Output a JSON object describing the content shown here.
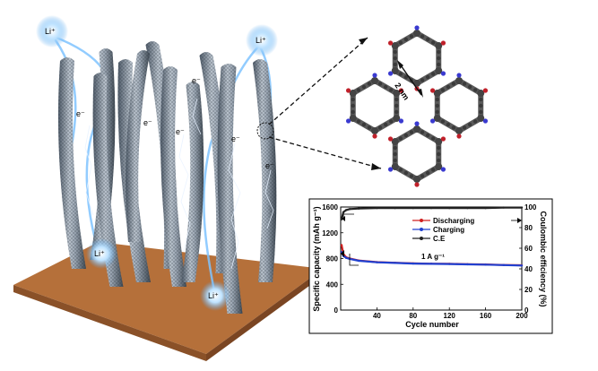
{
  "scene": {
    "li_labels": [
      "Li⁺",
      "Li⁺",
      "Li⁺",
      "Li⁺"
    ],
    "e_labels": [
      "e⁻",
      "e⁻",
      "e⁻",
      "e⁻",
      "e⁻",
      "e⁻"
    ],
    "pore_label": "2 nm",
    "colors": {
      "substrate": "#b5703a",
      "tube": "#8a96a6",
      "glow": "#7fc4ff",
      "framework": "#5a5a5a",
      "oxygen": "#c0202a",
      "nitrogen": "#3a3ad0"
    }
  },
  "chart_data": {
    "type": "line",
    "xlabel": "Cycle number",
    "ylabel": "Specific capacity (mAh g⁻¹)",
    "y2label": "Coulombic efficiency (%)",
    "xlim": [
      0,
      200
    ],
    "ylim": [
      0,
      1600
    ],
    "y2lim": [
      0,
      100
    ],
    "xticks": [
      "40",
      "80",
      "120",
      "160",
      "200"
    ],
    "yticks": [
      "0",
      "400",
      "800",
      "1200",
      "1600"
    ],
    "y2ticks": [
      "0",
      "20",
      "40",
      "60",
      "80",
      "100"
    ],
    "annotation": "1 A g⁻¹",
    "series": [
      {
        "name": "Discharging",
        "color": "#d02020",
        "axis": "left",
        "x": [
          1,
          3,
          6,
          10,
          20,
          40,
          60,
          80,
          100,
          120,
          140,
          160,
          180,
          200
        ],
        "y": [
          1010,
          870,
          820,
          800,
          770,
          745,
          735,
          725,
          720,
          718,
          712,
          708,
          700,
          695
        ]
      },
      {
        "name": "Charging",
        "color": "#2040d0",
        "axis": "left",
        "x": [
          1,
          3,
          6,
          10,
          20,
          40,
          60,
          80,
          100,
          120,
          140,
          160,
          180,
          200
        ],
        "y": [
          900,
          840,
          810,
          795,
          765,
          742,
          732,
          722,
          718,
          715,
          710,
          705,
          698,
          692
        ]
      },
      {
        "name": "C.E",
        "color": "#222222",
        "axis": "right",
        "x": [
          1,
          3,
          6,
          10,
          20,
          40,
          60,
          80,
          100,
          120,
          140,
          160,
          180,
          200
        ],
        "y": [
          88,
          95,
          97,
          98,
          98.5,
          99,
          99,
          99,
          99,
          99,
          99,
          99,
          99.5,
          99.5
        ]
      }
    ]
  }
}
